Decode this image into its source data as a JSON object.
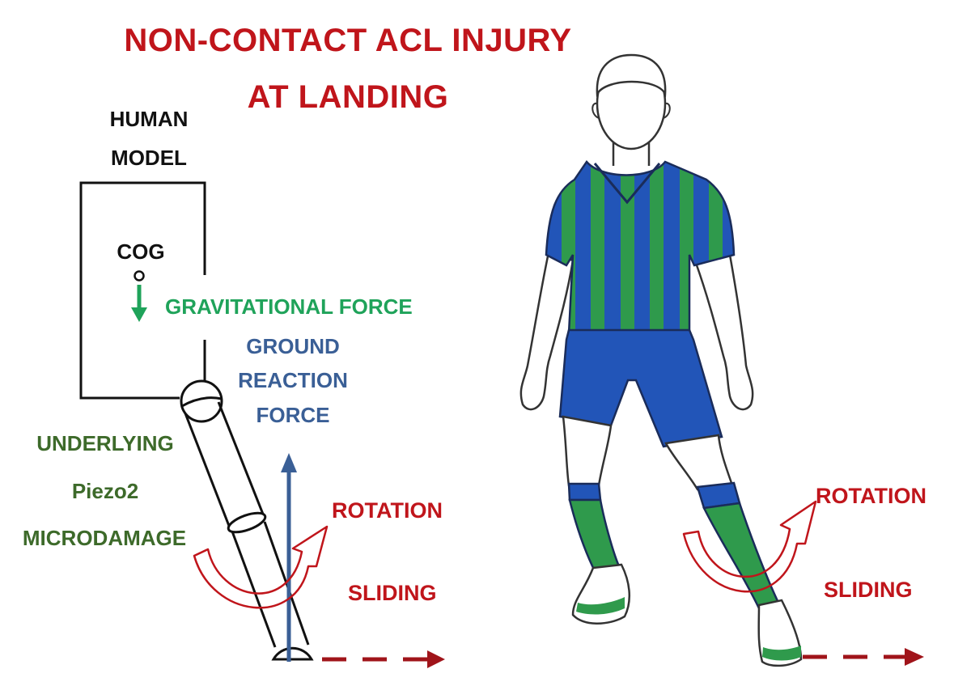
{
  "title": {
    "line1": "NON-CONTACT ACL INJURY",
    "line2": "AT LANDING"
  },
  "model": {
    "heading_line1": "HUMAN",
    "heading_line2": "MODEL",
    "cog": "COG",
    "gravitational_force": "GRAVITATIONAL FORCE",
    "grf_line1": "GROUND",
    "grf_line2": "REACTION",
    "grf_line3": "FORCE",
    "underlying_line1": "UNDERLYING",
    "underlying_line2": "Piezo2",
    "underlying_line3": "MICRODAMAGE",
    "rotation": "ROTATION",
    "sliding": "SLIDING"
  },
  "player": {
    "rotation": "ROTATION",
    "sliding": "SLIDING"
  },
  "colors": {
    "title_red": "#c0151b",
    "gravity_green": "#1fa35a",
    "grf_blue": "#3a5f96",
    "piezo_green": "#3d6a2a",
    "shirt_blue": "#2255b8",
    "shirt_green": "#2f9a4c",
    "sliding_arrow": "#a0141a"
  }
}
